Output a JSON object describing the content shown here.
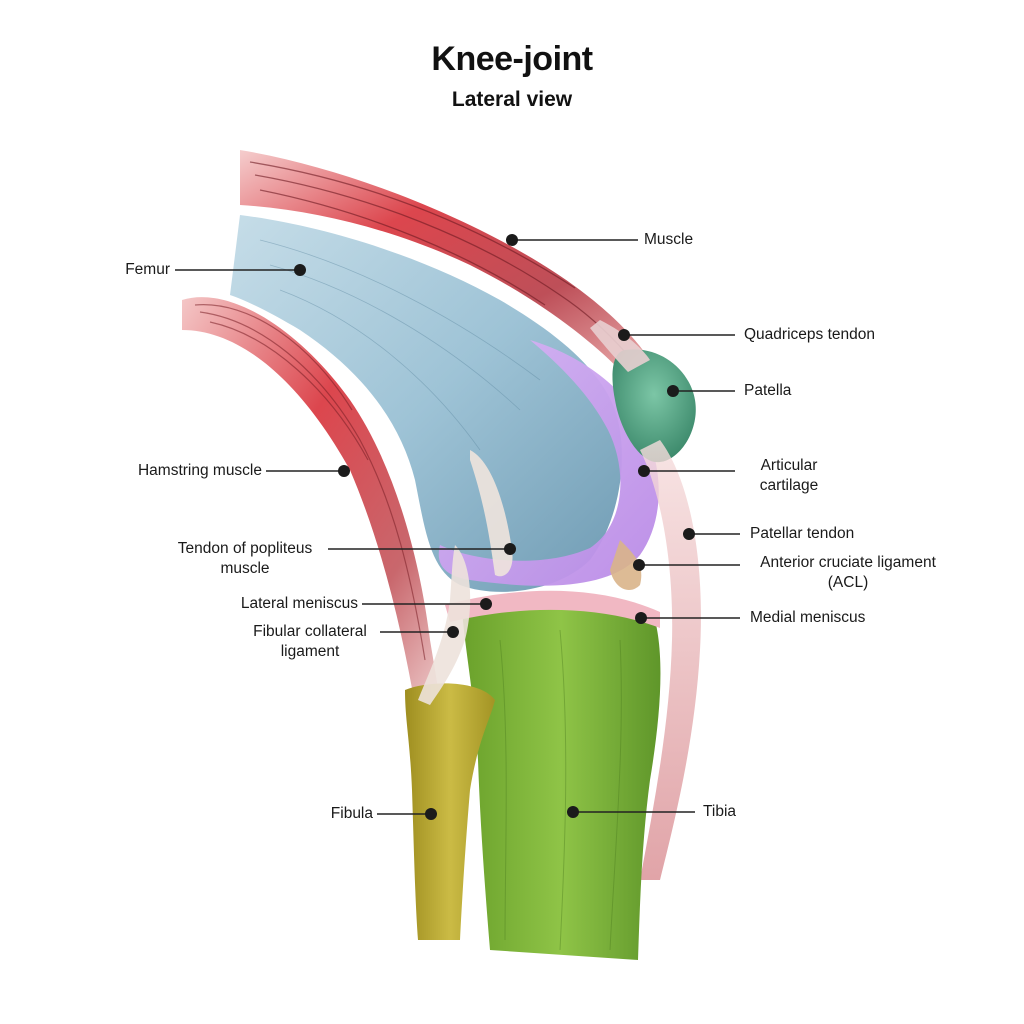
{
  "title": "Knee-joint",
  "subtitle": "Lateral view",
  "labels": {
    "muscle": "Muscle",
    "femur": "Femur",
    "quadriceps_tendon": "Quadriceps tendon",
    "patella": "Patella",
    "articular_cartilage_1": "Articular",
    "articular_cartilage_2": "cartilage",
    "hamstring_muscle": "Hamstring muscle",
    "patellar_tendon": "Patellar tendon",
    "popliteus_1": "Tendon of popliteus",
    "popliteus_2": "muscle",
    "acl_1": "Anterior cruciate ligament",
    "acl_2": "(ACL)",
    "lateral_meniscus": "Lateral meniscus",
    "medial_meniscus": "Medial meniscus",
    "fibular_collateral_1": "Fibular collateral",
    "fibular_collateral_2": "ligament",
    "fibula": "Fibula",
    "tibia": "Tibia"
  },
  "colors": {
    "muscle_red": "#d9363e",
    "muscle_pink": "#e7a3a3",
    "femur_blue": "#9ec3d6",
    "cartilage_purple": "#c99af0",
    "patella_green": "#4fa383",
    "meniscus_pink": "#f1b8c3",
    "ligament_tan": "#d9b48a",
    "tibia_green": "#7fb43a",
    "fibula_olive": "#b7a52a",
    "leader_line": "#222222"
  }
}
